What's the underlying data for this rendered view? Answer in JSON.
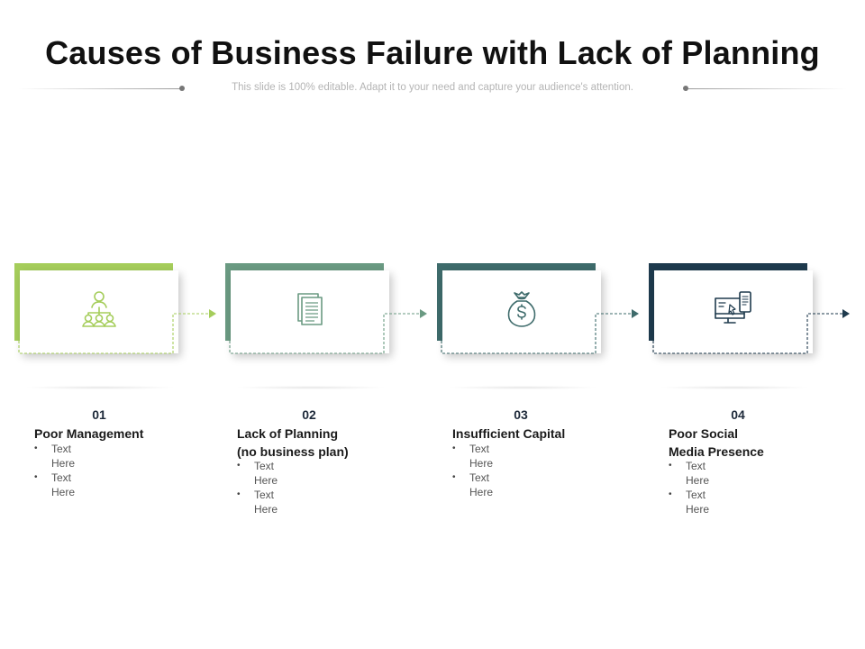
{
  "header": {
    "title": "Causes of Business Failure with Lack of Planning",
    "subtitle": "This slide is 100% editable.  Adapt it to your need and capture your audience's attention."
  },
  "colors": {
    "step1": "#a5cd5b",
    "step2": "#6a9a82",
    "step3": "#3e6b6b",
    "step4": "#1e3a4d"
  },
  "steps": [
    {
      "number": "01",
      "title_lines": [
        "Poor Management"
      ],
      "bullets": [
        "Text Here",
        "Text Here"
      ],
      "icon": "team-hierarchy-icon"
    },
    {
      "number": "02",
      "title_lines": [
        "Lack of Planning",
        "(no business plan)"
      ],
      "bullets": [
        "Text Here",
        "Text Here"
      ],
      "icon": "documents-icon"
    },
    {
      "number": "03",
      "title_lines": [
        "Insufficient Capital"
      ],
      "bullets": [
        "Text Here",
        "Text Here"
      ],
      "icon": "money-bag-icon"
    },
    {
      "number": "04",
      "title_lines": [
        "Poor Social",
        "Media Presence"
      ],
      "bullets": [
        "Text Here",
        "Text Here"
      ],
      "icon": "computer-mobile-icon"
    }
  ]
}
